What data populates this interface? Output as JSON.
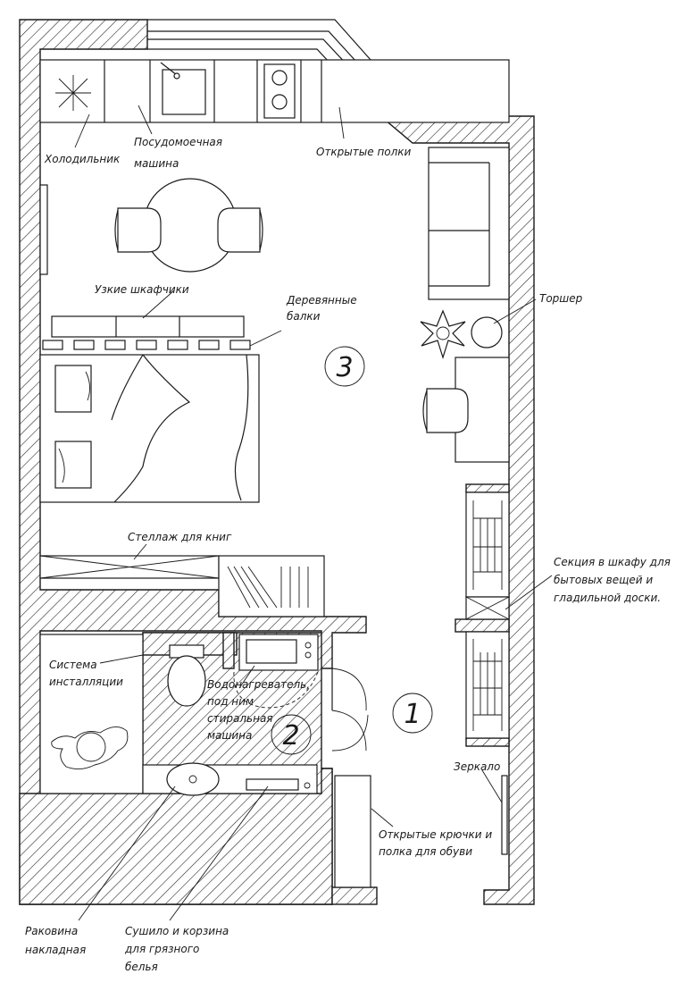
{
  "rooms": {
    "room_1": "1",
    "room_2": "2",
    "room_3": "3"
  },
  "labels": {
    "fridge": "Холодильник",
    "dishwasher_line1": "Посудомоечная",
    "dishwasher_line2": "машина",
    "open_shelves": "Открытые полки",
    "narrow_cabinets": "Узкие шкафчики",
    "beams_line1": "Деревянные",
    "beams_line2": "балки",
    "floor_lamp": "Торшер",
    "bookshelf": "Стеллаж для книг",
    "wardrobe_line1": "Секция в шкафу для",
    "wardrobe_line2": "бытовых вещей и",
    "wardrobe_line3": "гладильной доски.",
    "installation_line1": "Система",
    "installation_line2": "инсталляции",
    "heater_line1": "Водонагреватель,",
    "heater_line2": "под ним",
    "heater_line3": "стиральная",
    "heater_line4": "машина",
    "mirror": "Зеркало",
    "hooks_line1": "Открытые крючки и",
    "hooks_line2": "полка для обуви",
    "sink_line1": "Раковина",
    "sink_line2": "накладная",
    "dryer_line1": "Сушило и корзина",
    "dryer_line2": "для грязного",
    "dryer_line3": "белья"
  },
  "colors": {
    "ink": "#1a1a1a",
    "paper": "#ffffff"
  }
}
